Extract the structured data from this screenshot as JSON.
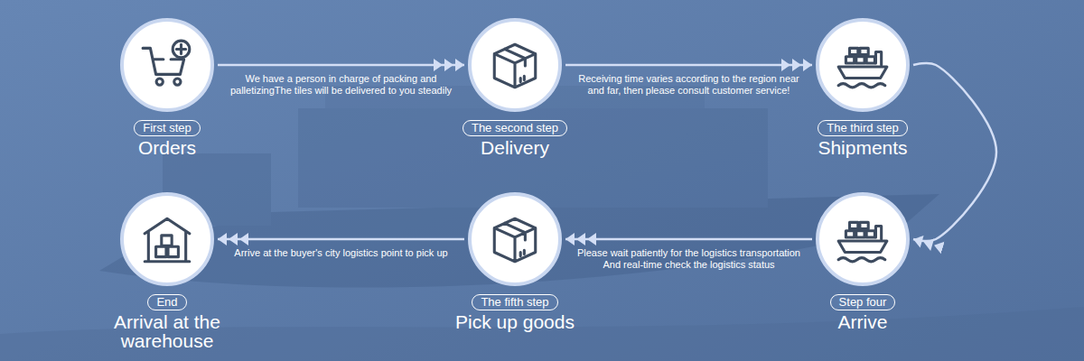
{
  "diagram": {
    "nodes": [
      {
        "text": [
          "First step",
          "Orders"
        ]
      },
      {
        "text": [
          "The second step",
          "Delivery"
        ]
      },
      {
        "text": [
          "The third step",
          "Shipments"
        ]
      },
      {
        "text": [
          "Step four",
          "Arrive"
        ]
      },
      {
        "text": [
          "The fifth step",
          "Pick up goods"
        ]
      },
      {
        "text": [
          "End",
          "Arrival at the warehouse"
        ]
      }
    ],
    "edges": [
      {
        "from": 0,
        "to": 1,
        "arrow": "to",
        "label": "We have a person in charge of packing and palletizingThe tiles will be delivered to you steadily"
      },
      {
        "from": 1,
        "to": 2,
        "arrow": "to",
        "label": "Receiving time varies according to the region near and far, then please consult customer service!"
      },
      {
        "from": 2,
        "to": 3,
        "arrow": "to"
      },
      {
        "from": 3,
        "to": 4,
        "arrow": "to",
        "label": "Please wait patiently for the logistics transportation And real-time check the logistics status"
      },
      {
        "from": 4,
        "to": 5,
        "arrow": "to",
        "label": "Arrive at the buyer's city logistics point to pick up"
      }
    ]
  }
}
